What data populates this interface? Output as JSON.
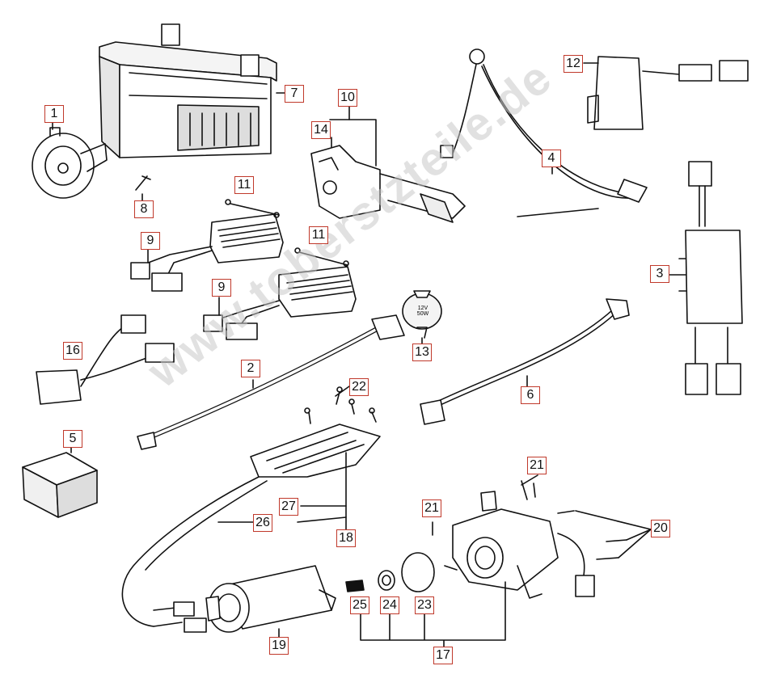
{
  "watermark": "www.toberstzteile.de",
  "labels": {
    "p1": "1",
    "p2": "2",
    "p3": "3",
    "p4": "4",
    "p5": "5",
    "p6": "6",
    "p7": "7",
    "p8": "8",
    "p9a": "9",
    "p9b": "9",
    "p10": "10",
    "p11a": "11",
    "p11b": "11",
    "p12": "12",
    "p13": "13",
    "p14": "14",
    "p16": "16",
    "p17": "17",
    "p18": "18",
    "p19": "19",
    "p20": "20",
    "p21a": "21",
    "p21b": "21",
    "p22": "22",
    "p23": "23",
    "p24": "24",
    "p25": "25",
    "p26": "26",
    "p27": "27"
  },
  "relay_text": "12V 50W"
}
